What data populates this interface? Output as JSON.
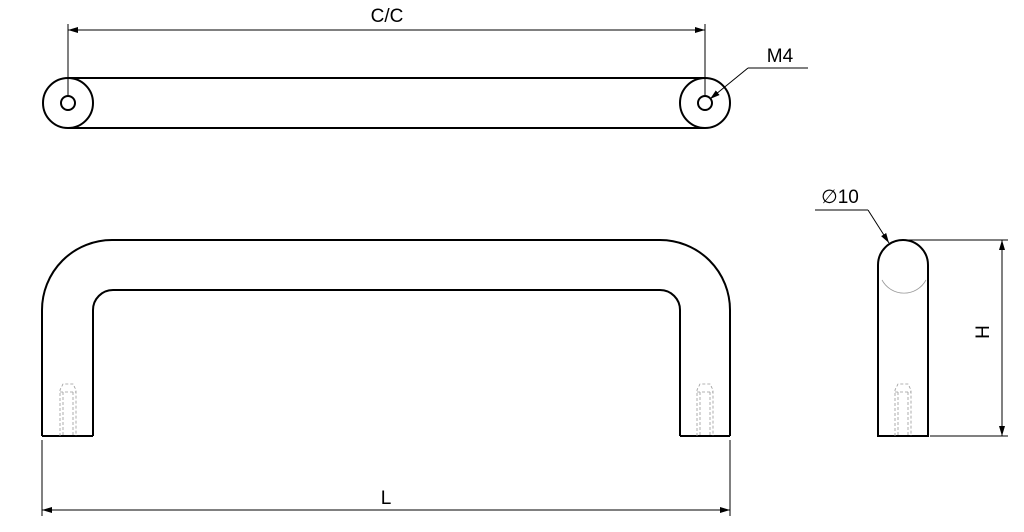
{
  "labels": {
    "center_to_center": "C/C",
    "thread": "M4",
    "diameter": "∅10",
    "height": "H",
    "length": "L"
  },
  "colors": {
    "line": "#000000",
    "hidden": "#9a9a9a",
    "background": "#ffffff"
  }
}
